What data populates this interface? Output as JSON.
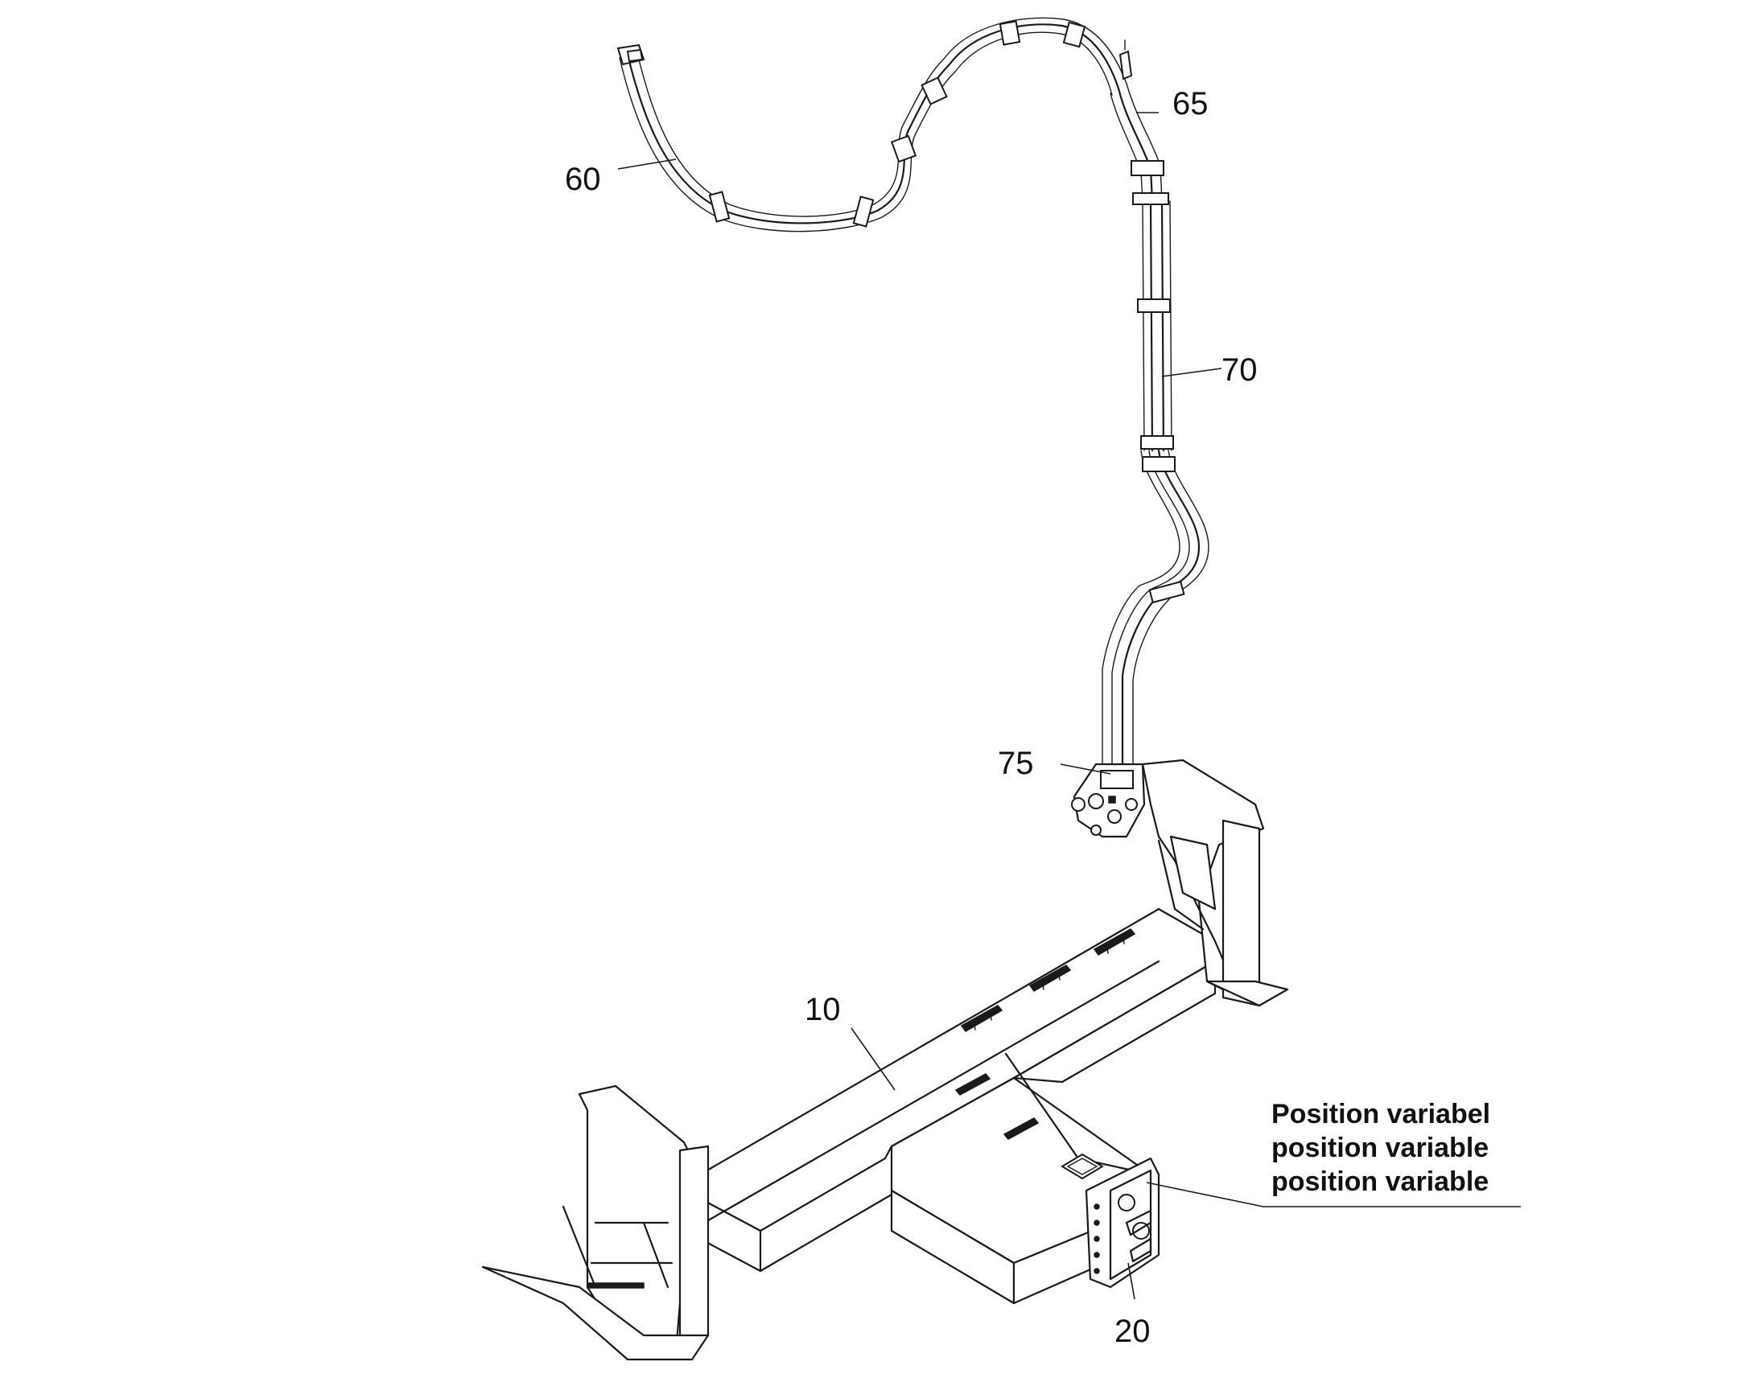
{
  "callouts": {
    "c60": "60",
    "c65": "65",
    "c70": "70",
    "c75": "75",
    "c10": "10",
    "c20": "20"
  },
  "note": {
    "line1": "Position variabel",
    "line2": "position variable",
    "line3": "position variable"
  },
  "colors": {
    "line": "#1a1a1a",
    "background": "#ffffff"
  }
}
